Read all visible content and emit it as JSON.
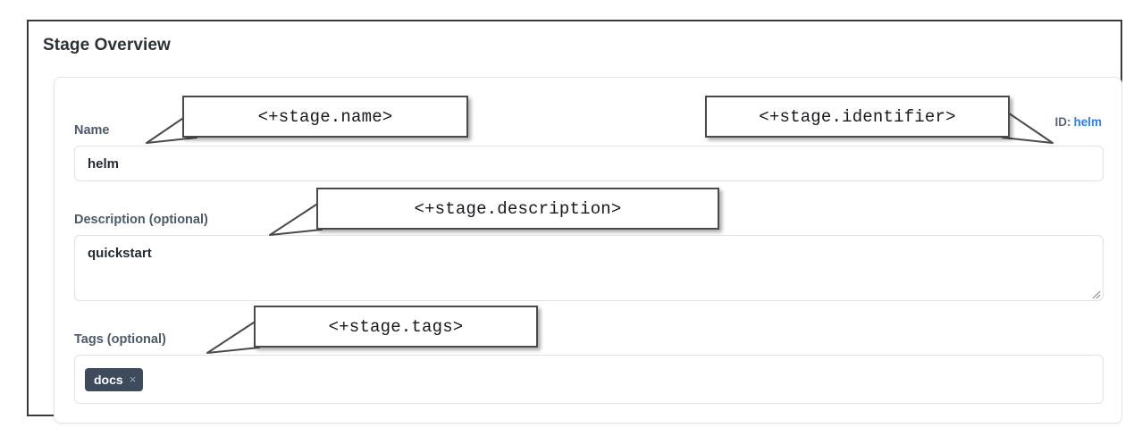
{
  "panel": {
    "title": "Stage Overview"
  },
  "identifier": {
    "label": "ID:",
    "value": "helm"
  },
  "fields": {
    "name": {
      "label": "Name",
      "value": "helm"
    },
    "description": {
      "label": "Description (optional)",
      "value": "quickstart"
    },
    "tags": {
      "label": "Tags (optional)",
      "chips": [
        {
          "text": "docs",
          "remove": "×"
        }
      ]
    }
  },
  "callouts": {
    "name": "<+stage.name>",
    "identifier": "<+stage.identifier>",
    "description": "<+stage.description>",
    "tags": "<+stage.tags>"
  },
  "colors": {
    "callout_border": "#4a4a4a",
    "label": "#4c5a6b",
    "link": "#2f7df6",
    "chip_bg": "#3d4b5c",
    "frame_border": "#3a3a3a"
  }
}
